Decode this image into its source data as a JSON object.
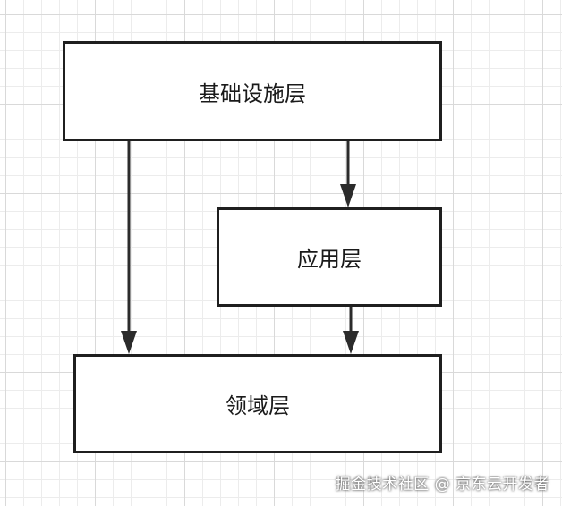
{
  "diagram": {
    "nodes": [
      {
        "id": "infra",
        "label": "基础设施层"
      },
      {
        "id": "app",
        "label": "应用层"
      },
      {
        "id": "domain",
        "label": "领域层"
      }
    ],
    "edges": [
      {
        "from": "infra",
        "to": "app"
      },
      {
        "from": "infra",
        "to": "domain"
      },
      {
        "from": "app",
        "to": "domain"
      }
    ],
    "line_color": "#2b2b2b"
  },
  "watermark": "掘金技术社区 @ 京东云开发者"
}
